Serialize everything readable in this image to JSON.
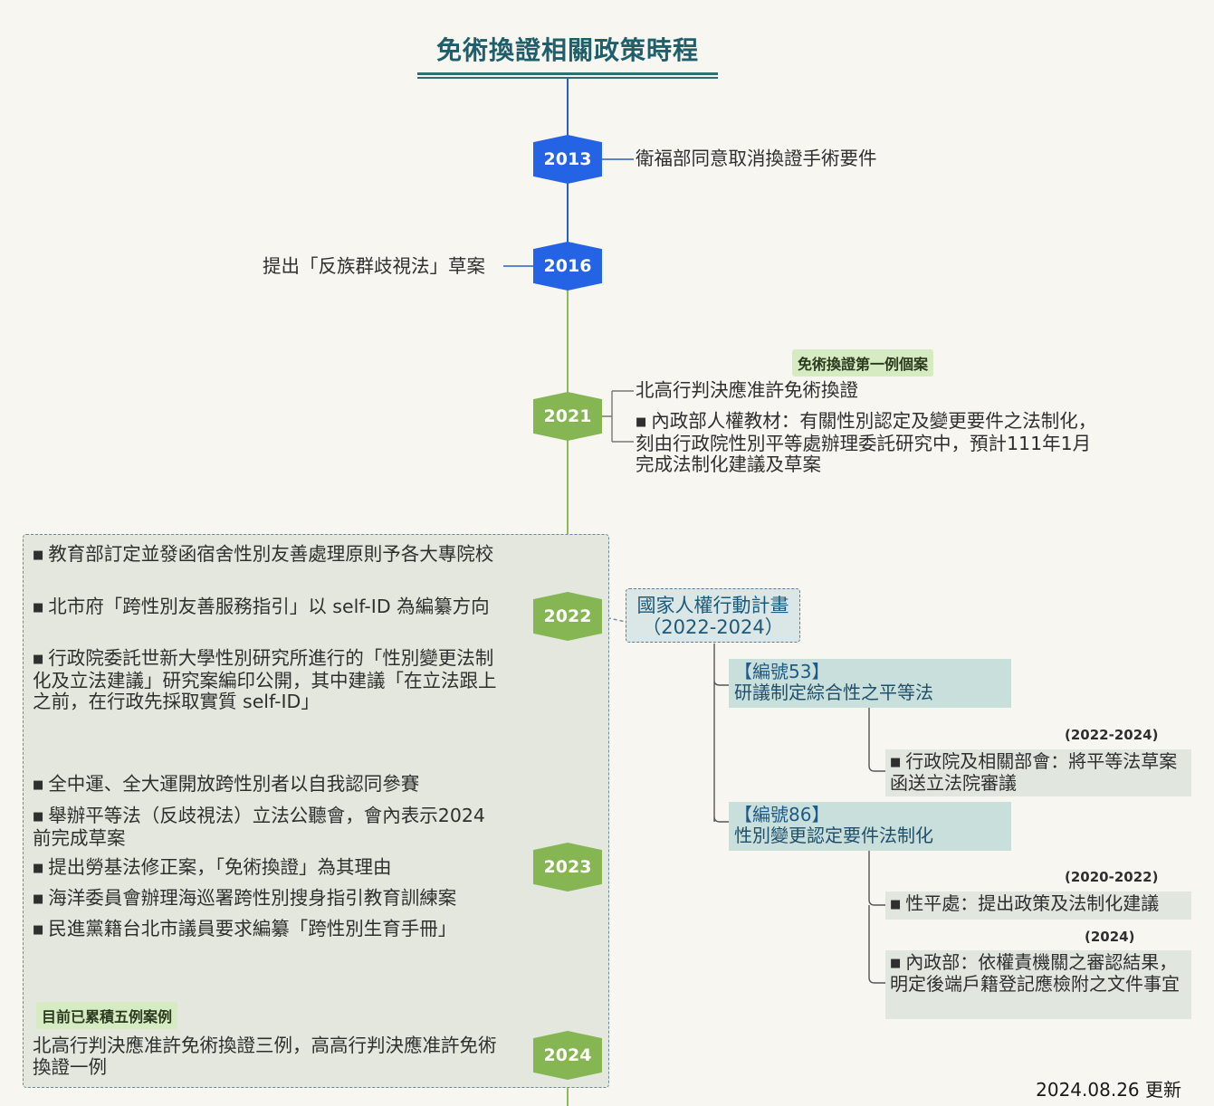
{
  "title": "免術換證相關政策時程",
  "colors": {
    "blue": "#2463e3",
    "green": "#86b553",
    "teal": "#1f5f6b",
    "tag": "#d7ebc3"
  },
  "timeline": [
    {
      "year": "2013",
      "right": [
        "衛福部同意取消換證手術要件"
      ]
    },
    {
      "year": "2016",
      "left": [
        "提出「反族群歧視法」草案"
      ]
    },
    {
      "year": "2021",
      "tag": "免術換證第一例個案",
      "right_title": "北高行判決應准許免術換證",
      "right_item": "內政部人權教材：有關性別認定及變更要件之法制化，刻由行政院性別平等處辦理委託研究中，預計111年1月完成法制化建議及草案"
    },
    {
      "year": "2022",
      "left": [
        "教育部訂定並發函宿舍性別友善處理原則予各大專院校",
        "北市府「跨性別友善服務指引」以 self-ID 為編纂方向",
        "行政院委託世新大學性別研究所進行的「性別變更法制化及立法建議」研究案編印公開，其中建議「在立法跟上之前，在行政先採取實質 self-ID」"
      ],
      "plan": {
        "title": "國家人權行動計畫",
        "period": "（2022-2024）",
        "items": [
          {
            "code": "【編號53】",
            "text": "研議制定綜合性之平等法",
            "children": [
              {
                "range": "(2022-2024)",
                "text": "行政院及相關部會：將平等法草案函送立法院審議"
              }
            ]
          },
          {
            "code": "【編號86】",
            "text": "性別變更認定要件法制化",
            "children": [
              {
                "range": "(2020-2022)",
                "text": "性平處：提出政策及法制化建議"
              },
              {
                "range": "(2024)",
                "text": "內政部：依權責機關之審認結果，明定後端戶籍登記應檢附之文件事宜"
              }
            ]
          }
        ]
      }
    },
    {
      "year": "2023",
      "left": [
        "全中運、全大運開放跨性別者以自我認同參賽",
        "舉辦平等法（反歧視法）立法公聽會，會內表示2024前完成草案",
        "提出勞基法修正案，「免術換證」為其理由",
        "海洋委員會辦理海巡署跨性別搜身指引教育訓練案",
        "民進黨籍台北市議員要求編纂「跨性別生育手冊」"
      ]
    },
    {
      "year": "2024",
      "tag": "目前已累積五例案例",
      "left": [
        "北高行判決應准許免術換證三例，高高行判決應准許免術換證一例"
      ]
    }
  ],
  "bullet": "■",
  "footer": "2024.08.26 更新"
}
